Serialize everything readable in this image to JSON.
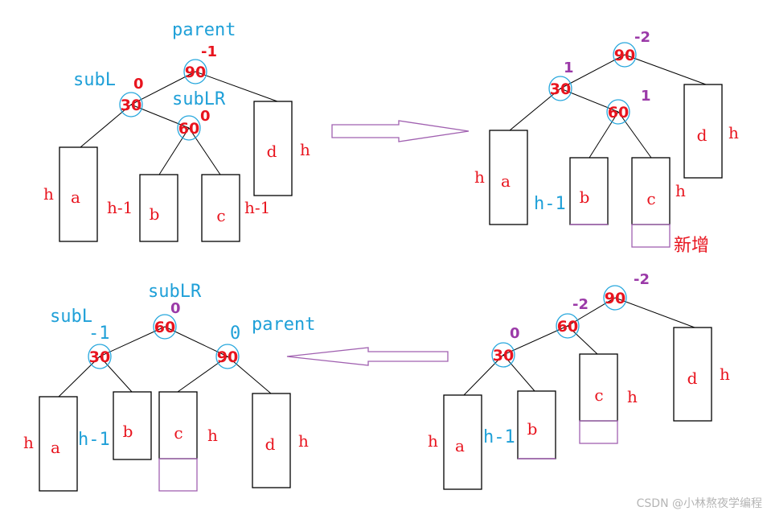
{
  "nodes": {
    "n90": "90",
    "n30": "30",
    "n60": "60"
  },
  "subtrees": {
    "a": "a",
    "b": "b",
    "c": "c",
    "d": "d"
  },
  "heights": {
    "h": "h",
    "h_minus_1": "h-1"
  },
  "labels": {
    "parent": "parent",
    "subL": "subL",
    "subLR": "subLR",
    "new": "新增"
  },
  "panel1": {
    "bf_90": "-1",
    "bf_30": "0",
    "bf_60": "0"
  },
  "panel2": {
    "bf_90": "-2",
    "bf_30": "1",
    "bf_60": "1"
  },
  "panel3": {
    "bf_90": "-2",
    "bf_60": "-2",
    "bf_30": "0"
  },
  "panel4": {
    "bf_60": "0",
    "bf_30": "-1",
    "bf_90": "0"
  },
  "watermark": "CSDN @小林熬夜学编程",
  "colors": {
    "red": "#e8141e",
    "blue": "#1fa0d8",
    "purple": "#9b3aa8"
  }
}
